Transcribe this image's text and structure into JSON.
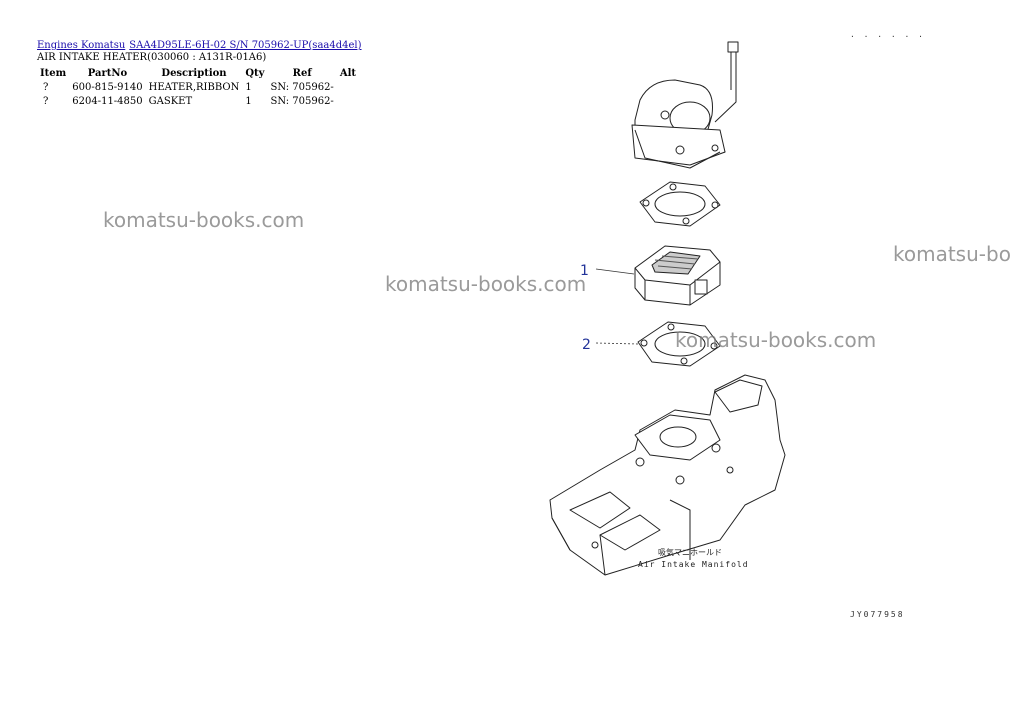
{
  "breadcrumb": {
    "link1": "Engines Komatsu",
    "link2": "SAA4D95LE-6H-02 S/N 705962-UP(saa4d4el)"
  },
  "section_title": "AIR INTAKE HEATER(030060 : A131R-01A6)",
  "table": {
    "headers": [
      "Item",
      "PartNo",
      "Description",
      "Qty",
      "Ref",
      "Alt"
    ],
    "rows": [
      {
        "item": "?",
        "partno": "600-815-9140",
        "description": "HEATER,RIBBON",
        "qty": "1",
        "ref": "SN: 705962-",
        "alt": ""
      },
      {
        "item": "?",
        "partno": "6204-11-4850",
        "description": "GASKET",
        "qty": "1",
        "ref": "SN: 705962-",
        "alt": ""
      }
    ]
  },
  "watermarks": {
    "w1": "komatsu-books.com",
    "w2": "komatsu-books.com",
    "w3": "komatsu-books.com",
    "w4": "komatsu-bo"
  },
  "diagram": {
    "callout_1": "1",
    "callout_2": "2",
    "manifold_label_jp": "吸気マニホールド",
    "manifold_label_en": "Air Intake Manifold",
    "drawing_code": "JY077958",
    "top_code": "· · · · · ·"
  }
}
